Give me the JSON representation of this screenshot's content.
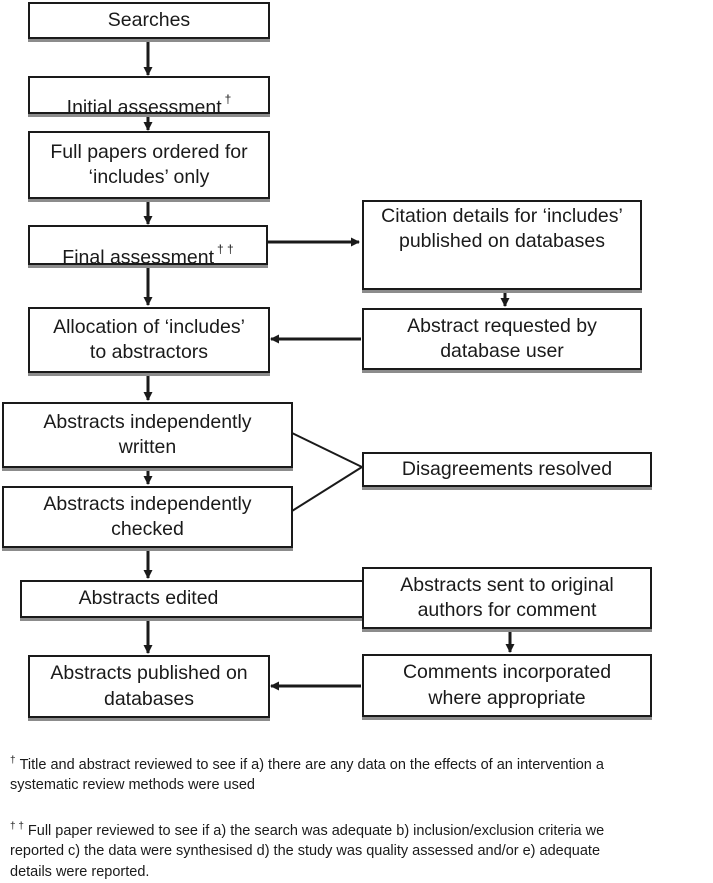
{
  "flow": {
    "searches": "Searches",
    "initial_assessment": "Initial assessment",
    "initial_assessment_mark": "†",
    "full_papers": "Full papers ordered for\n‘includes’ only",
    "final_assessment": "Final assessment",
    "final_assessment_mark": "† †",
    "allocation": "Allocation of ‘includes’\nto abstractors",
    "abstracts_written": "Abstracts independently\nwritten",
    "abstracts_checked": "Abstracts independently\nchecked",
    "abstracts_edited": "Abstracts edited",
    "abstracts_published": "Abstracts published on\ndatabases",
    "citation_details": "Citation details for ‘includes’\npublished on databases",
    "abstract_requested": "Abstract requested by\ndatabase user",
    "disagreements": "Disagreements resolved",
    "sent_to_authors": "Abstracts sent to original\nauthors for comment",
    "comments_incorporated": "Comments incorporated\nwhere appropriate"
  },
  "footnotes": {
    "note1_mark": "†",
    "note1_line1": "Title and abstract reviewed to see if  a) there are any data on the effects of an intervention a",
    "note1_line2": "systematic review methods were used",
    "note2_mark": "† †",
    "note2_line1": "Full paper reviewed to see if a) the search was adequate b) inclusion/exclusion criteria  we",
    "note2_line2": "reported  c) the data  were synthesised d) the study was quality assessed and/or e) adequate",
    "note2_line3": "details were reported."
  }
}
